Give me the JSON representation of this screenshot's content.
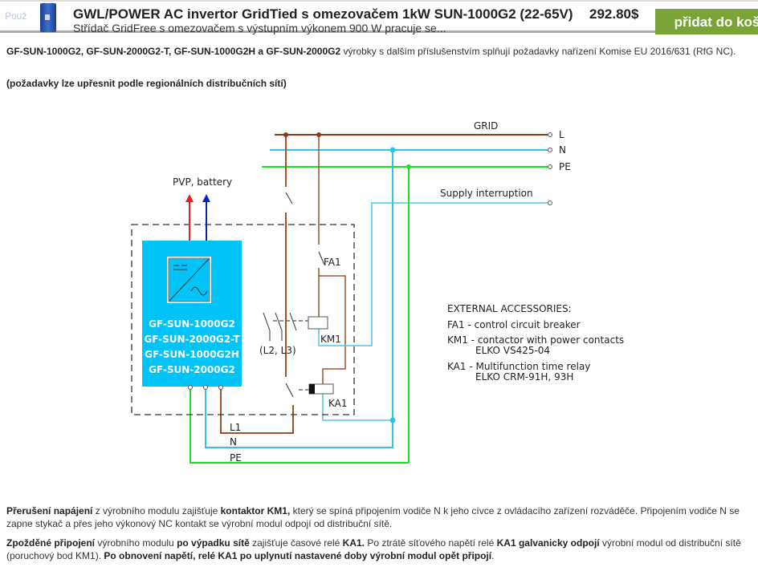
{
  "header": {
    "ghost_text": "Použ",
    "product_title": "GWL/POWER AC invertor GridTied s omezovačem 1kW SUN-1000G2 (22-65V)",
    "product_subtitle": "Střídač GridFree s omezovačem s výstupním výkonem 900 W pracuje se...",
    "price": "292.80$",
    "add_to_cart": "přidat do koš",
    "button_color": "#7aa436"
  },
  "intro": {
    "models_bold": "GF-SUN-1000G2, GF-SUN-2000G2-T, GF-SUN-1000G2H a GF-SUN-2000G2",
    "models_rest": " výrobky s dalším příslušenstvím splňují požadavky nařízení Komise EU 2016/631 (RfG NC).",
    "note": "(požadavky lze upřesnit podle regionálních distribučních sítí)"
  },
  "diagram": {
    "grid": "GRID",
    "L": "L",
    "N": "N",
    "PE": "PE",
    "supply_interruption": "Supply interruption",
    "pvp_battery": "PVP, battery",
    "models": [
      "GF-SUN-1000G2",
      "GF-SUN-2000G2-T",
      "GF-SUN-1000G2H",
      "GF-SUN-2000G2"
    ],
    "fa1": "FA1",
    "km1": "KM1",
    "ka1": "KA1",
    "l2l3": "(L2, L3)",
    "l1": "L1",
    "n": "N",
    "pe": "PE",
    "accessories": [
      "EXTERNAL ACCESSORIES:",
      "FA1 - control circuit breaker",
      "KM1 - contactor with power contacts",
      "ELKO VS425-04",
      "KA1 - Multifunction time relay",
      "ELKO CRM-91H, 93H"
    ]
  },
  "para1": {
    "b1": "Přerušení napájení",
    "t1": " z výrobního modulu zajišťuje ",
    "b2": "kontaktor KM1,",
    "t2": " který se spíná připojením vodiče N k jeho cívce z ovládacího zařízení rozváděče. Připojením vodiče N se zapne stykač a přes jeho výkonový NC kontakt se výrobní modul odpojí od distribuční sítě."
  },
  "para2": {
    "b1": "Zpožděné připojení",
    "t1": " výrobního modulu ",
    "b2": "po výpadku sítě",
    "t2": " zajišťuje časové relé ",
    "b3": "KA1.",
    "t3": " Po ztrátě síťového napětí relé ",
    "b4": "KA1 galvanicky odpojí",
    "t4": " výrobní modul od distribuční sítě (poruchový bod KM1). ",
    "b5": "Po obnovení napětí, relé KA1 po uplynutí nastavené doby výrobní modul opět připojí",
    "t5": "."
  }
}
